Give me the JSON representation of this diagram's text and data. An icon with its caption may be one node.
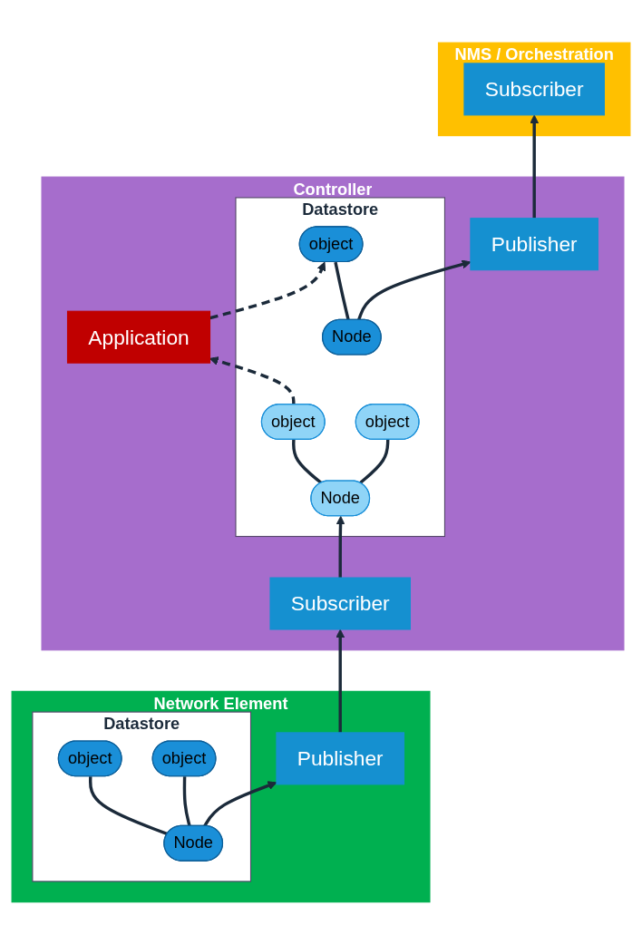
{
  "diagram": {
    "nodes": [
      {
        "text": [
          "NMS / Orchestration"
        ]
      },
      {
        "text": [
          "Subscriber"
        ],
        "in": 0
      },
      {
        "text": [
          "Controller"
        ]
      },
      {
        "text": [
          "Publisher"
        ],
        "in": 2
      },
      {
        "text": [
          "Application"
        ],
        "in": 2
      },
      {
        "text": [
          "Datastore"
        ],
        "in": 2
      },
      {
        "text": [
          "Node"
        ],
        "in": 5
      },
      {
        "text": [
          "object"
        ],
        "in": 5
      },
      {
        "text": [
          "Node"
        ],
        "in": 5
      },
      {
        "text": [
          "object"
        ],
        "in": 5
      },
      {
        "text": [
          "object"
        ],
        "in": 5
      },
      {
        "text": [
          "Subscriber"
        ],
        "in": 2
      },
      {
        "text": [
          "Network Element"
        ]
      },
      {
        "text": [
          "Publisher"
        ],
        "in": 12
      },
      {
        "text": [
          "Datastore"
        ],
        "in": 12
      },
      {
        "text": [
          "Node"
        ],
        "in": 14
      },
      {
        "text": [
          "object"
        ],
        "in": 14
      },
      {
        "text": [
          "object"
        ],
        "in": 14
      }
    ],
    "edges": [
      {
        "from": 6,
        "to": 7,
        "arrow": "none"
      },
      {
        "from": 8,
        "to": 9,
        "arrow": "none"
      },
      {
        "from": 8,
        "to": 10,
        "arrow": "none"
      },
      {
        "from": 15,
        "to": 16,
        "arrow": "none"
      },
      {
        "from": 15,
        "to": 17,
        "arrow": "none"
      },
      {
        "from": 6,
        "to": 3,
        "arrow": "to"
      },
      {
        "from": 3,
        "to": 1,
        "arrow": "to"
      },
      {
        "from": 4,
        "to": 7,
        "arrow": "to",
        "style": "dashed"
      },
      {
        "from": 9,
        "to": 4,
        "arrow": "to",
        "style": "dashed"
      },
      {
        "from": 11,
        "to": 8,
        "arrow": "to"
      },
      {
        "from": 13,
        "to": 11,
        "arrow": "to"
      },
      {
        "from": 15,
        "to": 13,
        "arrow": "to"
      }
    ]
  }
}
